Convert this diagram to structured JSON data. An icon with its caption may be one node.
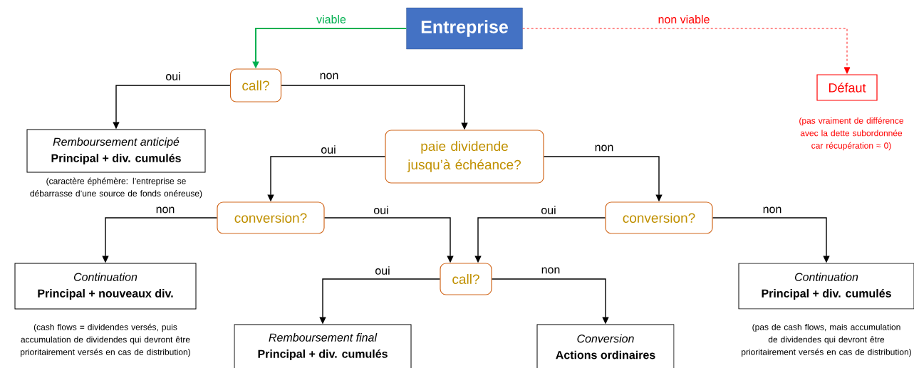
{
  "diagram": {
    "nodes": [
      {
        "text": [
          "Entreprise"
        ]
      },
      {
        "text": [
          "call?"
        ]
      },
      {
        "text": [
          "Défaut"
        ],
        "beside": [
          "(pas vraiment de différence avec la dette subordonnée car récupération ≈ 0)"
        ]
      },
      {
        "text": [
          "Remboursement anticipé",
          "Principal + div. cumulés"
        ],
        "beside": [
          "(caractère éphémère: l’entreprise se débarrasse d’une source de fonds onéreuse)"
        ]
      },
      {
        "text": [
          "paie dividende jusqu’à échéance?"
        ]
      },
      {
        "text": [
          "conversion?"
        ]
      },
      {
        "text": [
          "conversion?"
        ]
      },
      {
        "text": [
          "Continuation",
          "Principal + nouveaux div."
        ],
        "beside": [
          "(cash flows = dividendes versés, puis accumulation de dividendes qui devront être prioritairement versés en cas de distribution)"
        ]
      },
      {
        "text": [
          "call?"
        ]
      },
      {
        "text": [
          "Continuation",
          "Principal + div. cumulés"
        ],
        "beside": [
          "(pas de cash flows, mais accumulation de dividendes qui devront être prioritairement versés en cas de distribution)"
        ]
      },
      {
        "text": [
          "Remboursement final",
          "Principal + div. cumulés"
        ]
      },
      {
        "text": [
          "Conversion",
          "Actions ordinaires"
        ]
      }
    ],
    "edges": [
      {
        "from": 0,
        "to": 1,
        "arrow": "to",
        "label": "viable",
        "color": "#00b050"
      },
      {
        "from": 0,
        "to": 2,
        "arrow": "to",
        "label": "non viable",
        "style": "dashed",
        "color": "#ff0000"
      },
      {
        "from": 1,
        "to": 3,
        "arrow": "to",
        "label": "oui"
      },
      {
        "from": 1,
        "to": 4,
        "arrow": "to",
        "label": "non"
      },
      {
        "from": 4,
        "to": 5,
        "arrow": "to",
        "label": "oui"
      },
      {
        "from": 4,
        "to": 6,
        "arrow": "to",
        "label": "non"
      },
      {
        "from": 5,
        "to": 7,
        "arrow": "to",
        "label": "non"
      },
      {
        "from": 5,
        "to": 8,
        "arrow": "to",
        "label": "oui"
      },
      {
        "from": 6,
        "to": 8,
        "arrow": "to",
        "label": "oui"
      },
      {
        "from": 6,
        "to": 9,
        "arrow": "to",
        "label": "non"
      },
      {
        "from": 8,
        "to": 10,
        "arrow": "to",
        "label": "oui"
      },
      {
        "from": 8,
        "to": 11,
        "arrow": "to",
        "label": "non"
      }
    ]
  }
}
